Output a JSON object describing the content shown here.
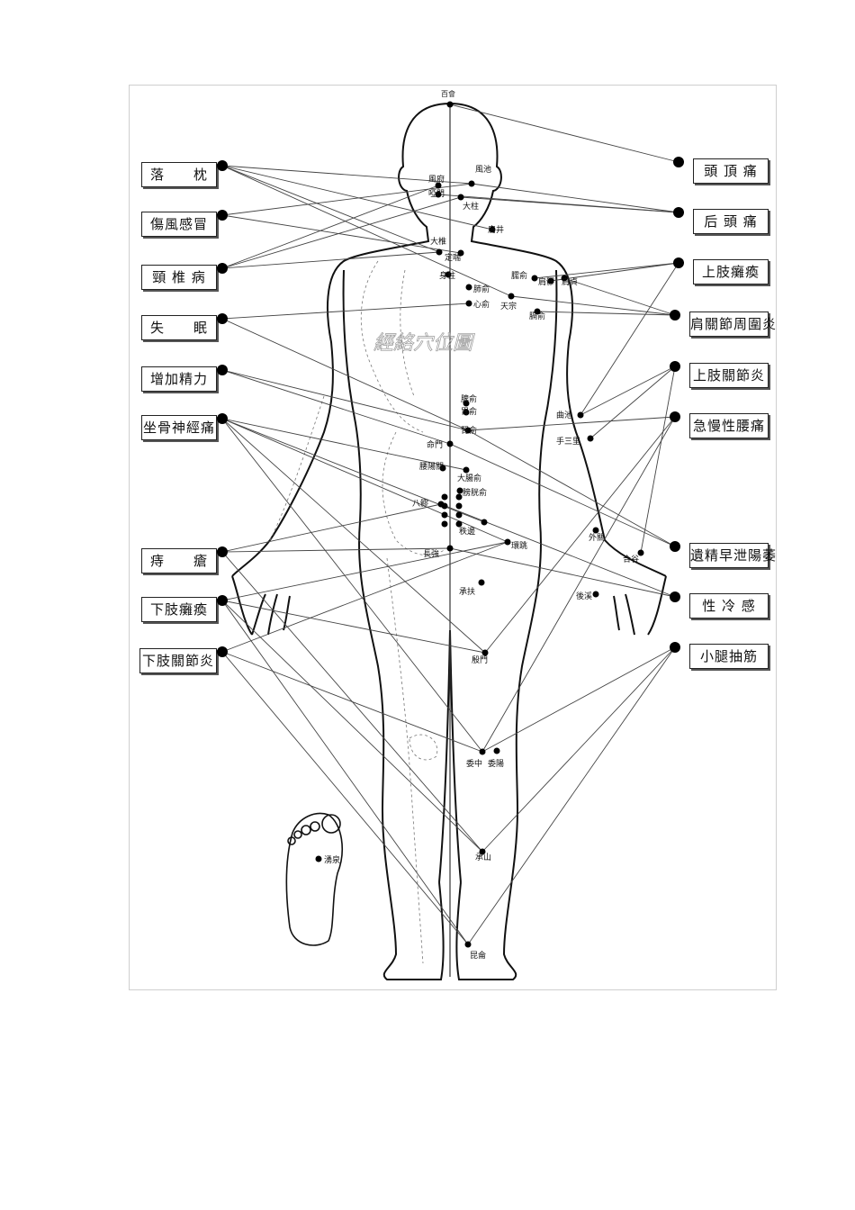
{
  "left_conditions": [
    {
      "id": "luozhen",
      "text": "落　　枕"
    },
    {
      "id": "shangfeng",
      "text": "傷風感冒"
    },
    {
      "id": "jingzhui",
      "text": "頸 椎 病"
    },
    {
      "id": "shimian",
      "text": "失　　眠"
    },
    {
      "id": "jingli",
      "text": "增加精力"
    },
    {
      "id": "zuogu",
      "text": "坐骨神經痛"
    },
    {
      "id": "zhichuang",
      "text": "痔　　瘡"
    },
    {
      "id": "xiazhi_tan",
      "text": "下肢癱瘓"
    },
    {
      "id": "xiazhi_jie",
      "text": "下肢關節炎"
    }
  ],
  "right_conditions": [
    {
      "id": "touding",
      "text": "頭 頂 痛"
    },
    {
      "id": "houtou",
      "text": "后 頭 痛"
    },
    {
      "id": "shangzhi_tan",
      "text": "上肢癱瘓"
    },
    {
      "id": "jianguan",
      "text": "肩關節周圍炎"
    },
    {
      "id": "shangzhi_jie",
      "text": "上肢關節炎"
    },
    {
      "id": "yaotong",
      "text": "急慢性腰痛"
    },
    {
      "id": "yijing",
      "text": "遺精早泄陽萎"
    },
    {
      "id": "xingleng",
      "text": "性 冷 感"
    },
    {
      "id": "xiaotui",
      "text": "小腿抽筋"
    }
  ],
  "acupoints": {
    "baihui": "百會",
    "fengchi": "風池",
    "fengfu": "風府",
    "yamen": "啞門",
    "dazhu": "大柱",
    "jianjing": "肩井",
    "dazhui": "大椎",
    "dingchuan": "定喘",
    "shenzhu": "身柱",
    "feishu": "肺俞",
    "xinshu": "心俞",
    "tianzong": "天宗",
    "geshu": "膈俞",
    "naoshu": "臑俞",
    "jianliao": "肩髎",
    "jianzhen": "肩貞",
    "pishu": "脾俞",
    "weishu": "胃俞",
    "shenshu": "腎俞",
    "mingmen": "命門",
    "yaoyang": "腰陽關",
    "dachang": "大腸俞",
    "pangguang": "膀胱俞",
    "baliao": "八髎",
    "zhibian": "秩邊",
    "huantiao": "環跳",
    "changqiang": "長強",
    "chengfu": "承扶",
    "yinmen": "殷門",
    "weizhong": "委中",
    "weiyang": "委陽",
    "chengshan": "承山",
    "kunlun": "昆侖",
    "yongquan": "湧泉",
    "quchi": "曲池",
    "shousanli": "手三里",
    "waiguan": "外關",
    "hegu": "合谷",
    "houxi": "後溪"
  },
  "watermark": "經絡穴位圖",
  "colors": {
    "line": "#444444",
    "ink": "#000000",
    "box_border": "#222222"
  }
}
